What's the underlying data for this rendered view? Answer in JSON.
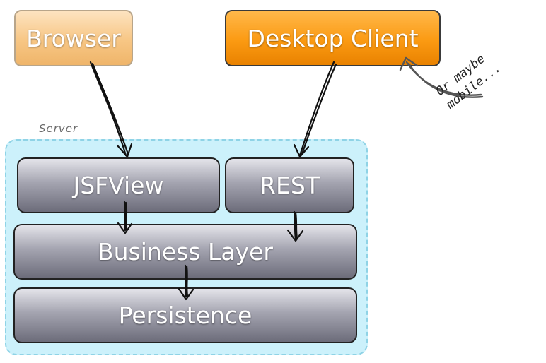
{
  "clients": {
    "browser": "Browser",
    "desktop_client": "Desktop Client"
  },
  "server": {
    "label": "Server",
    "layers": {
      "jsf_view": "JSFView",
      "rest": "REST",
      "business": "Business Layer",
      "persistence": "Persistence"
    }
  },
  "annotation": {
    "line1": "Or maybe",
    "line2": "mobile..."
  },
  "colors": {
    "browser_fill": "#f7c684",
    "desktop_client_fill": "#fb9a12",
    "server_zone_fill": "#ccf1fb",
    "layer_fill": "#8e8e9c"
  }
}
